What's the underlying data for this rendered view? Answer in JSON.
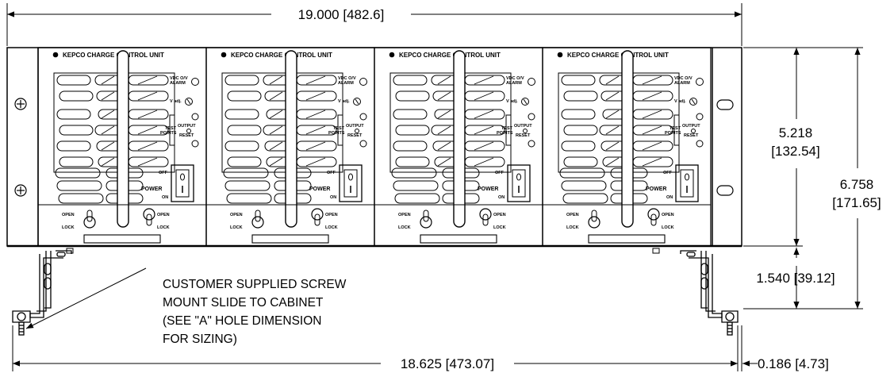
{
  "dimensions": {
    "overall_width": "19.000 [482.6]",
    "panel_height_a": "5.218",
    "panel_height_b": "[132.54]",
    "overall_height_a": "6.758",
    "overall_height_b": "[171.65]",
    "bracket_height": "1.540 [39.12]",
    "mount_width": "18.625 [473.07]",
    "edge_offset": "0.186 [4.73]"
  },
  "note_lines": [
    "CUSTOMER SUPPLIED SCREW",
    "MOUNT SLIDE TO CABINET",
    "(SEE \"A\" HOLE  DIMENSION",
    "FOR SIZING)"
  ],
  "module": {
    "title": "KEPCO CHARGE CONTROL UNIT",
    "vdc_line1": "VDC O/V",
    "vdc_line2": "ALARM",
    "vadj": "V adj.",
    "test_line1": "TEST",
    "test_line2": "POINTS",
    "output": "OUTPUT",
    "reset": "RESET",
    "power": "POWER",
    "off": "OFF",
    "on": "ON",
    "open": "OPEN",
    "lock": "LOCK"
  },
  "module_count": 4
}
